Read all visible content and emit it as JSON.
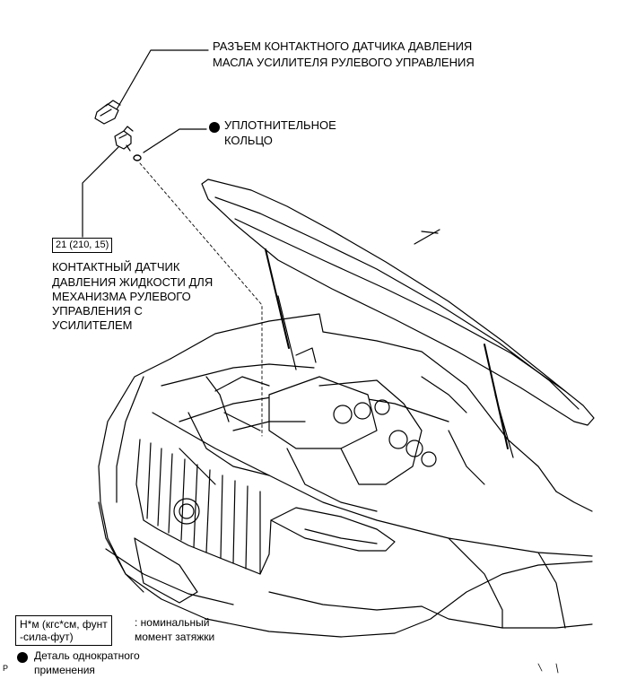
{
  "labels": {
    "connector_line1": "РАЗЪЕМ КОНТАКТНОГО ДАТЧИКА ДАВЛЕНИЯ",
    "connector_line2": "МАСЛА УСИЛИТЕЛЯ РУЛЕВОГО УПРАВЛЕНИЯ",
    "oring_line1": "УПЛОТНИТЕЛЬНОЕ",
    "oring_line2": "КОЛЬЦО",
    "torque_value": "21 (210, 15)",
    "sensor_line1": "КОНТАКТНЫЙ ДАТЧИК",
    "sensor_line2": "ДАВЛЕНИЯ ЖИДКОСТИ ДЛЯ",
    "sensor_line3": "МЕХАНИЗМА РУЛЕВОГО",
    "sensor_line4": "УПРАВЛЕНИЯ С",
    "sensor_line5": "УСИЛИТЕЛЕМ"
  },
  "legend": {
    "torque_unit_line1": "Н*м (кгс*см, фунт",
    "torque_unit_line2": "-сила-фут)",
    "torque_desc_line1": ": номинальный",
    "torque_desc_line2": "момент затяжки",
    "nonreusable_line1": "Деталь однократного",
    "nonreusable_line2": "применения"
  },
  "corner_mark": "P",
  "colors": {
    "ink": "#000000",
    "paper": "#ffffff"
  }
}
